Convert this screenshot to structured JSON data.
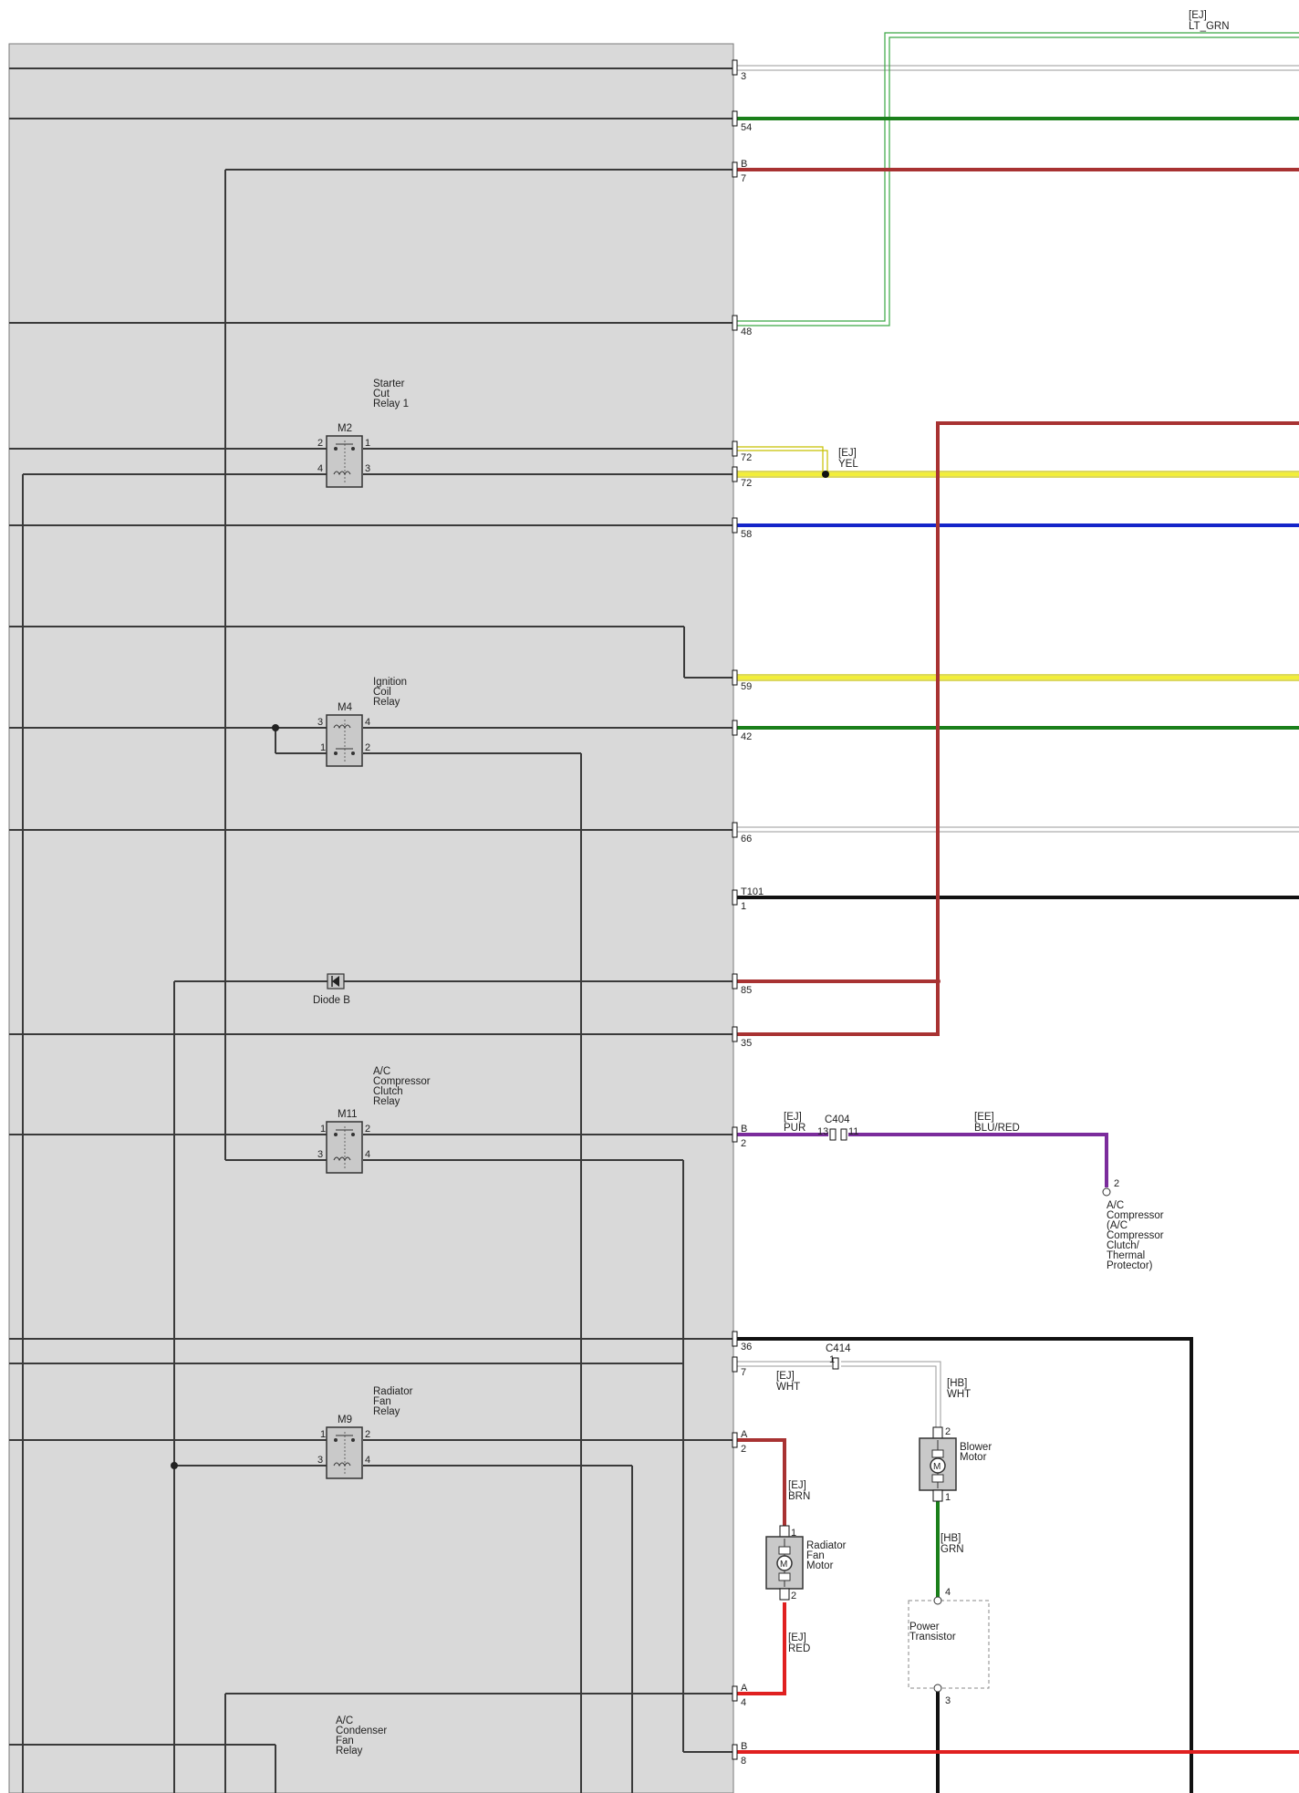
{
  "diagram": {
    "colors": {
      "panel": "#d9d9d9",
      "panel_border": "#7a7a7a",
      "internal_wire": "#3a3a3a",
      "LT_GRN": "#3aa843",
      "GRN": "#1a7f1a",
      "RED_dark": "#a83232",
      "RED": "#e02020",
      "YEL": "#e7e020",
      "BLU": "#1525c9",
      "PUR": "#7b2c9c",
      "BLK": "#111111",
      "WHT": "#b5b5b5"
    },
    "wire_labels": {
      "lt_grn_code": "[EJ]",
      "lt_grn_color": "LT_GRN",
      "yel_code": "[EJ]",
      "yel_color": "YEL",
      "pur_code": "[EJ]",
      "pur_color": "PUR",
      "blu_red_code": "[EE]",
      "blu_red_color": "BLU/RED",
      "wht_ej_code": "[EJ]",
      "wht_ej_color": "WHT",
      "wht_hb_code": "[HB]",
      "wht_hb_color": "WHT",
      "brn_code": "[EJ]",
      "brn_color": "BRN",
      "grn_hb_code": "[HB]",
      "grn_hb_color": "GRN",
      "red_code": "[EJ]",
      "red_color": "RED"
    },
    "pins": {
      "p3": "3",
      "p54": "54",
      "b7_letter": "B",
      "b7_num": "7",
      "p48": "48",
      "p72a": "72",
      "p72b": "72",
      "p58": "58",
      "p59": "59",
      "p42": "42",
      "p66": "66",
      "t101_letter": "T101",
      "t101_num": "1",
      "p85": "85",
      "p35": "35",
      "b2_letter": "B",
      "b2_num": "2",
      "p36": "36",
      "p7": "7",
      "a2_letter": "A",
      "a2_num": "2",
      "a4_letter": "A",
      "a4_num": "4",
      "b8_letter": "B",
      "b8_num": "8"
    },
    "connectors": {
      "c404_name": "C404",
      "c404_left": "13",
      "c404_right": "11",
      "c414_name": "C414",
      "c414_pin": "1"
    },
    "relays": {
      "m2": {
        "id": "M2",
        "name": [
          "Starter",
          "Cut",
          "Relay 1"
        ],
        "pins": [
          "2",
          "1",
          "4",
          "3"
        ]
      },
      "m4": {
        "id": "M4",
        "name": [
          "Ignition",
          "Coil",
          "Relay"
        ],
        "pins": [
          "3",
          "4",
          "1",
          "2"
        ]
      },
      "m11": {
        "id": "M11",
        "name": [
          "A/C",
          "Compressor",
          "Clutch",
          "Relay"
        ],
        "pins": [
          "1",
          "2",
          "3",
          "4"
        ]
      },
      "m9": {
        "id": "M9",
        "name": [
          "Radiator",
          "Fan",
          "Relay"
        ],
        "pins": [
          "1",
          "2",
          "3",
          "4"
        ]
      },
      "ac_condenser": {
        "name": [
          "A/C",
          "Condenser",
          "Fan",
          "Relay"
        ]
      }
    },
    "components": {
      "diode_label": "Diode B",
      "ac_compressor": {
        "pin": "2",
        "label": [
          "A/C",
          "Compressor",
          "(A/C",
          "Compressor",
          "Clutch/",
          "Thermal",
          "Protector)"
        ]
      },
      "blower_motor": {
        "pin_top": "2",
        "pin_bottom": "1",
        "label": [
          "Blower",
          "Motor"
        ]
      },
      "radiator_fan_motor": {
        "pin_top": "1",
        "pin_bottom": "2",
        "label": [
          "Radiator",
          "Fan",
          "Motor"
        ]
      },
      "power_transistor": {
        "pin_top": "4",
        "pin_bottom": "3",
        "label": [
          "Power",
          "Transistor"
        ]
      }
    }
  }
}
